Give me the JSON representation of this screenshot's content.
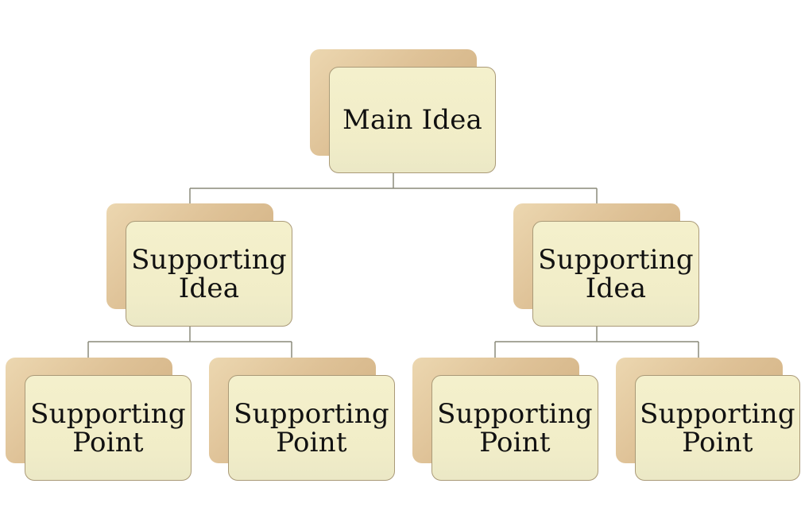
{
  "diagram": {
    "root": {
      "label": "Main Idea"
    },
    "ideas": [
      {
        "line1": "Supporting",
        "line2": "Idea",
        "points": [
          {
            "line1": "Supporting",
            "line2": "Point"
          },
          {
            "line1": "Supporting",
            "line2": "Point"
          }
        ]
      },
      {
        "line1": "Supporting",
        "line2": "Idea",
        "points": [
          {
            "line1": "Supporting",
            "line2": "Point"
          },
          {
            "line1": "Supporting",
            "line2": "Point"
          }
        ]
      }
    ]
  },
  "colors": {
    "card_fill": "#f3efcb",
    "card_border": "#aa9a78",
    "shadow_fill": "#dcc196",
    "connector": "#8a8a7a",
    "text": "#111111"
  }
}
